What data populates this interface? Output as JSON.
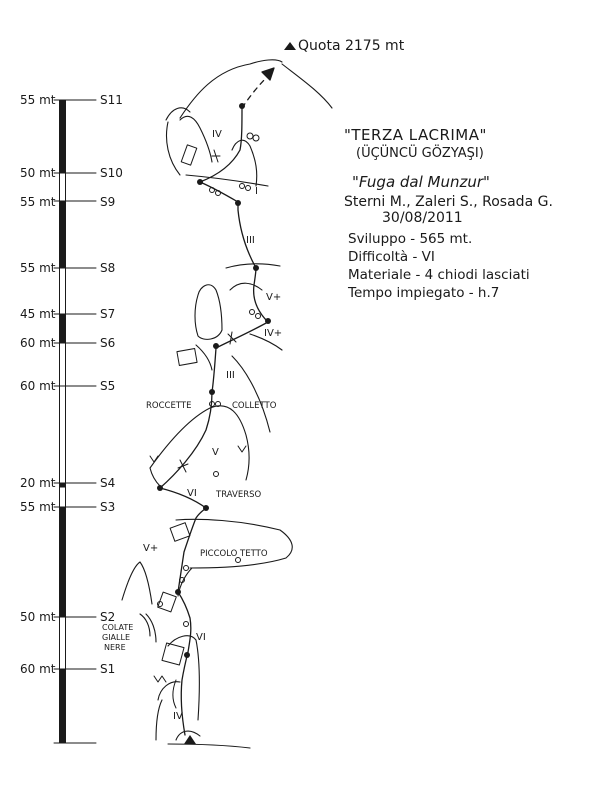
{
  "summit": {
    "label": "Quota 2175 mt"
  },
  "route": {
    "name": "\"TERZA LACRIMA\"",
    "alt_name": "(ÜÇÜNCÜ GÖZYAŞI)",
    "subtitle": "\"Fuga dal Munzur\"",
    "authors": "Sterni M., Zaleri S., Rosada G.",
    "date": "30/08/2011",
    "details": [
      "Sviluppo - 565 mt.",
      "Difficoltà - VI",
      "Materiale - 4 chiodi lasciati",
      "Tempo impiegato - h.7"
    ]
  },
  "scale": [
    {
      "length": "55 mt",
      "station": "S11"
    },
    {
      "length": "50 mt",
      "station": "S10"
    },
    {
      "length": "55 mt",
      "station": "S9"
    },
    {
      "length": "55 mt",
      "station": "S8"
    },
    {
      "length": "45 mt",
      "station": "S7"
    },
    {
      "length": "60 mt",
      "station": "S6"
    },
    {
      "length": "60 mt",
      "station": "S5"
    },
    {
      "length": "20 mt",
      "station": "S4"
    },
    {
      "length": "55 mt",
      "station": "S3"
    },
    {
      "length": "50 mt",
      "station": "S2"
    },
    {
      "length": "60 mt",
      "station": "S1"
    }
  ],
  "grades": [
    "IV",
    "I",
    "III",
    "V+",
    "IV+",
    "III",
    "V",
    "VI",
    "V+",
    "VI",
    "IV"
  ],
  "labels": {
    "roccette": "ROCCETTE",
    "colletto": "COLLETTO",
    "traverso": "TRAVERSO",
    "piccolo_tetto": "PICCOLO TETTO",
    "colate": [
      "COLATE",
      "GIALLE",
      "NERE"
    ]
  }
}
